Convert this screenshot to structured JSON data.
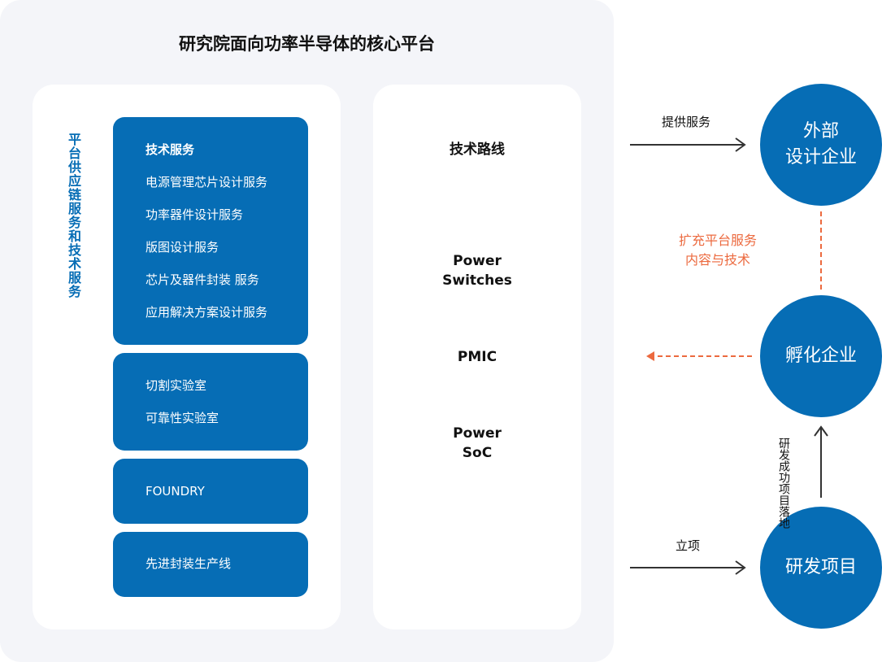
{
  "title": "研究院面向功率半导体的核心平台",
  "left_card": {
    "vertical_label": "平台供应链服务和技术服务",
    "boxes": [
      {
        "items": [
          "技术服务",
          "电源管理芯片设计服务",
          "功率器件设计服务",
          "版图设计服务",
          "芯片及器件封装 服务",
          "应用解决方案设计服务"
        ]
      },
      {
        "items": [
          "切割实验室",
          "可靠性实验室"
        ]
      },
      {
        "items": [
          "FOUNDRY"
        ]
      },
      {
        "items": [
          "先进封装生产线"
        ]
      }
    ]
  },
  "mid_card": {
    "heading": "技术路线",
    "items": [
      [
        "Power",
        "Switches"
      ],
      [
        "PMIC"
      ],
      [
        "Power",
        "SoC"
      ]
    ]
  },
  "flow": {
    "circles": [
      [
        "外部",
        "设计企业"
      ],
      [
        "孵化企业"
      ],
      [
        "研发项目"
      ]
    ],
    "arrow_labels": {
      "provide": "提供服务",
      "expand": [
        "扩充平台服务",
        "内容与技术"
      ],
      "success": "研发成功",
      "landing": "项目落地",
      "initiate": "立项"
    }
  },
  "colors": {
    "primary": "#066db5",
    "accent": "#ec6a3f",
    "panel": "#f4f5f9"
  }
}
